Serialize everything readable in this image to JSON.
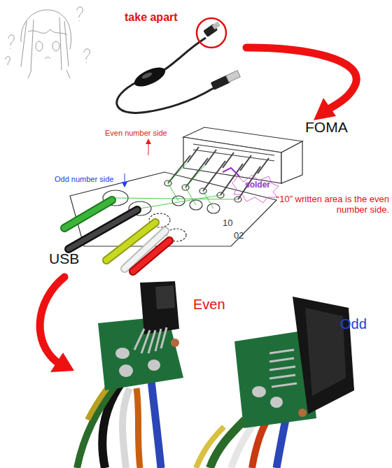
{
  "diagram": {
    "labels": [
      "take apart",
      "FOMA",
      "Even number side",
      "Odd number side",
      "solder",
      "“10” written area is the even number side.",
      "10",
      "02",
      "USB",
      "Even",
      "Odd"
    ]
  }
}
